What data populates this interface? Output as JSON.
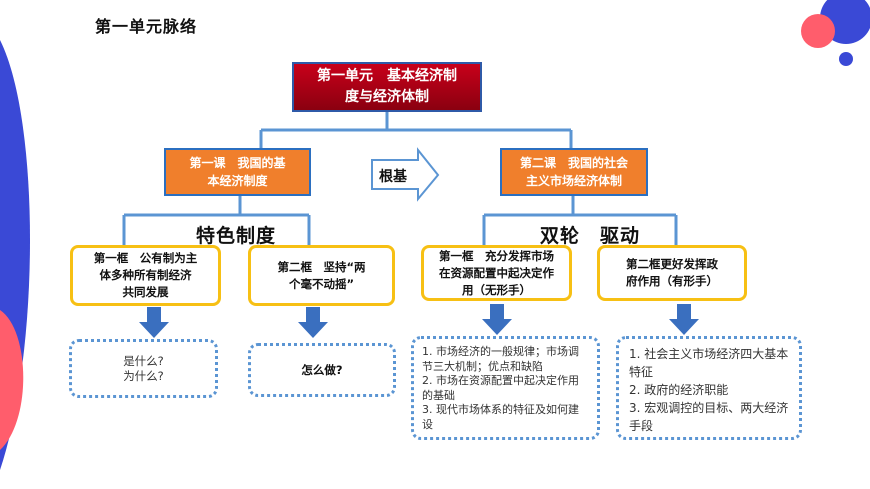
{
  "title": "第一单元脉络",
  "root": "第一单元　基本经济制\n度与经济体制",
  "left_lesson": "第一课　我国的基\n本经济制度",
  "right_lesson": "第二课　我国的社会\n主义市场经济体制",
  "arrow_label": "根基",
  "left_heading": "特色制度",
  "right_heading": "双轮　驱动",
  "frames": [
    "第一框　公有制为主\n体多种所有制经济\n共同发展",
    "第二框　坚持“两\n个毫不动摇”",
    "第一框　充分发挥市场\n在资源配置中起决定作\n用（无形手）",
    "第二框更好发挥政\n府作用（有形手）"
  ],
  "box1": [
    "是什么?",
    "为什么?"
  ],
  "box2": "怎么做?",
  "box3": [
    "1. 市场经济的一般规律；市场调节三大机制；优点和缺陷",
    "2. 市场在资源配置中起决定作用的基础",
    "3. 现代市场体系的特征及如何建设"
  ],
  "box4": [
    "1. 社会主义市场经济四大基本特征",
    "2. 政府的经济职能",
    "3. 宏观调控的目标、两大经济手段"
  ],
  "colors": {
    "root_fill": "#c8001a",
    "lesson_fill": "#f07f2c",
    "frame_border": "#f7c014",
    "connector": "#5b95d3",
    "arrow": "#3a6fbf"
  }
}
